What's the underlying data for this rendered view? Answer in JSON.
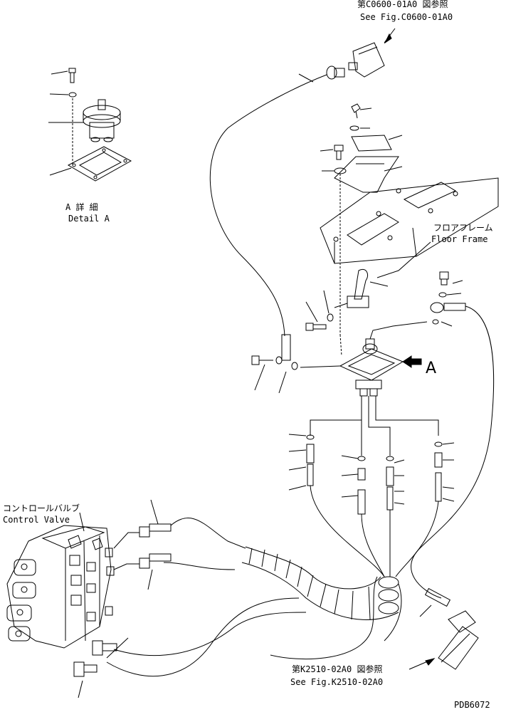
{
  "callouts": {
    "top_ref_jp": "第C0600-01A0 図参照",
    "top_ref_en": "See Fig.C0600-01A0",
    "floor_frame_jp": "フロアフレーム",
    "floor_frame_en": "Floor Frame",
    "detail_jp": "A 詳 細",
    "detail_en": "Detail A",
    "view_marker": "A",
    "control_valve_jp": "コントロールバルブ",
    "control_valve_en": "Control Valve",
    "bottom_ref_jp": "第K2510-02A0 図参照",
    "bottom_ref_en": "See Fig.K2510-02A0",
    "drawing_no": "PDB6072"
  }
}
